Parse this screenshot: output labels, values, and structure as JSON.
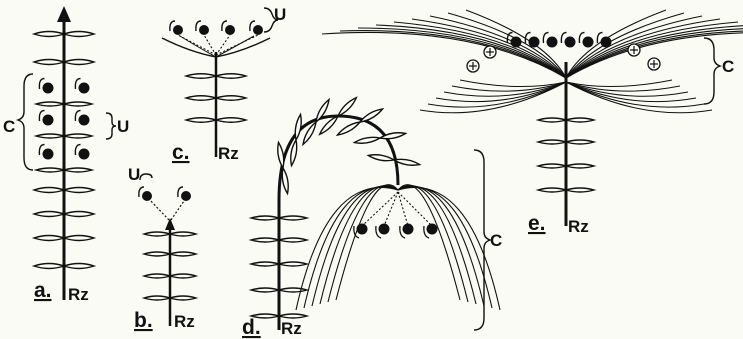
{
  "panels": {
    "a": {
      "label": "a.",
      "rz": "Rz",
      "c": "C",
      "u": "U"
    },
    "b": {
      "label": "b.",
      "rz": "Rz",
      "u": "U"
    },
    "c": {
      "label": "c.",
      "rz": "Rz",
      "u": "U"
    },
    "d": {
      "label": "d.",
      "rz": "Rz",
      "c": "C"
    },
    "e": {
      "label": "e.",
      "rz": "Rz",
      "c": "C"
    }
  },
  "colors": {
    "ink": "#111111",
    "paper": "#fbfbf6"
  }
}
